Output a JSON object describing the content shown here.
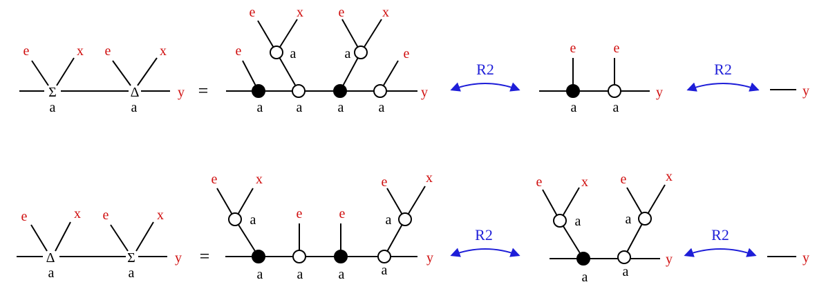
{
  "colors": {
    "terminal": "#d01010",
    "move": "#1e1ed8",
    "line": "#000000"
  },
  "symbols": {
    "sum": "Σ",
    "delta": "Δ"
  },
  "labels": {
    "e": "e",
    "x": "x",
    "y": "y",
    "a": "a"
  },
  "equals": "=",
  "move_label": "R2"
}
